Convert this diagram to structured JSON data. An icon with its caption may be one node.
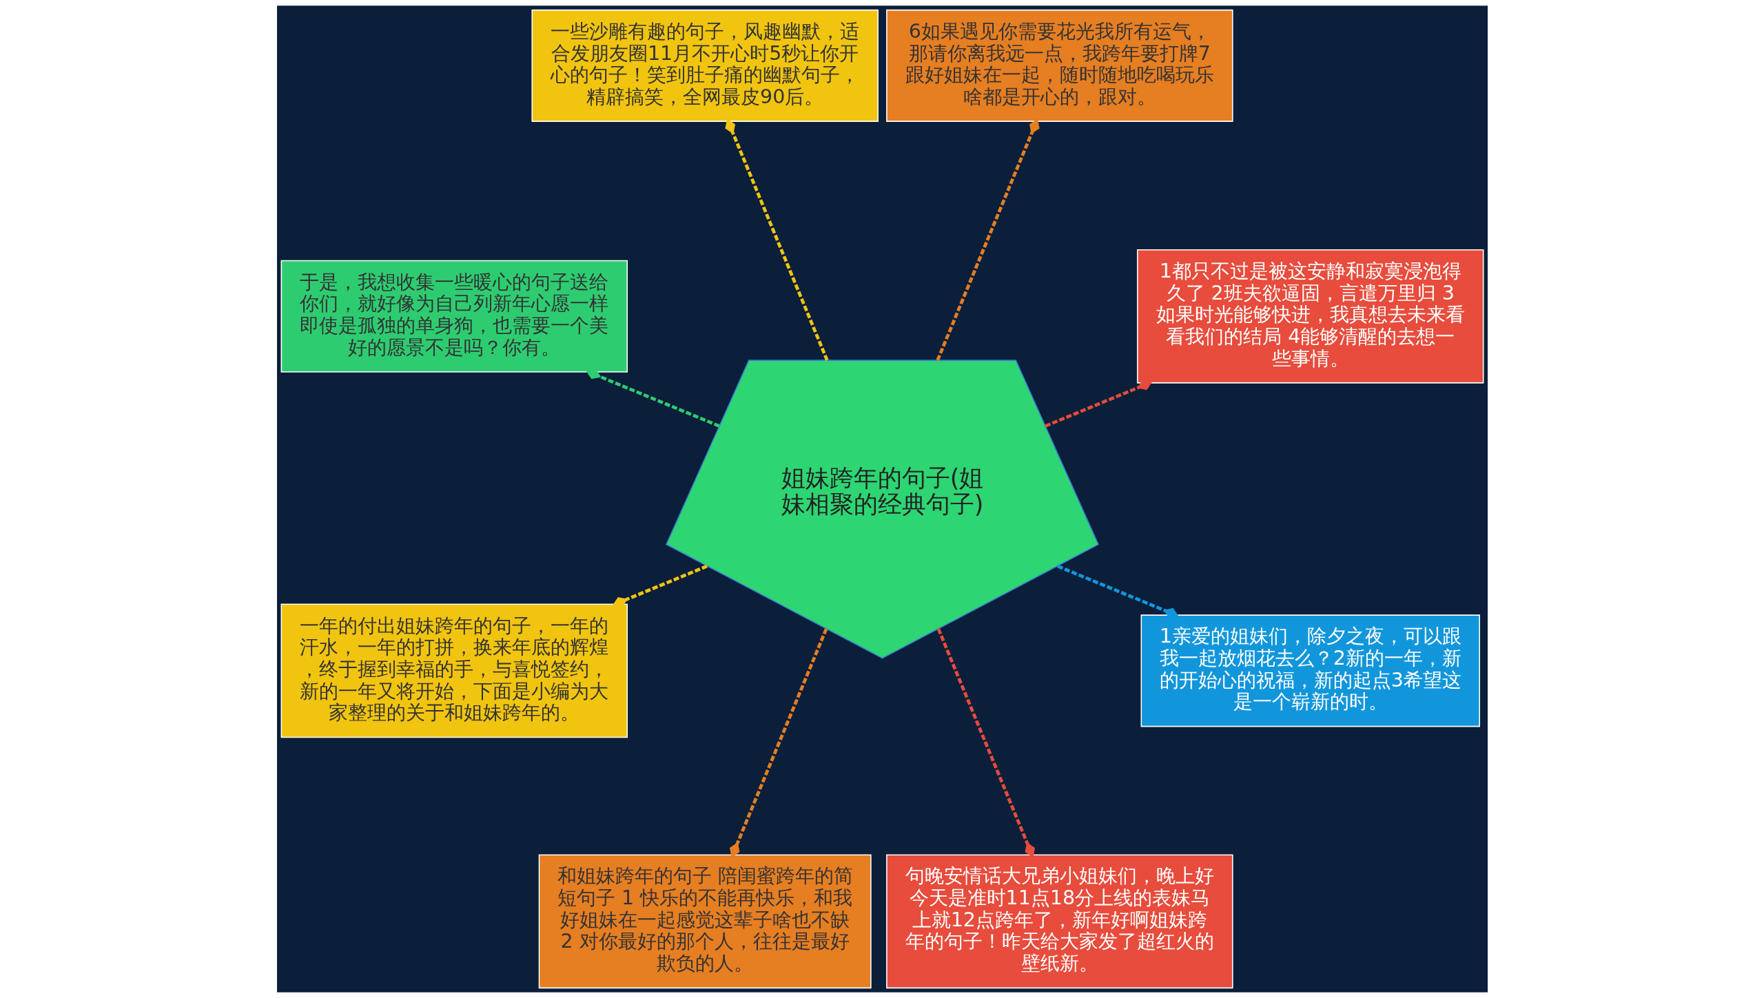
{
  "diagram": {
    "nodes": [
      {
        "text": [
          "姐妹跨年的句子(姐妹相聚的经典句子)"
        ]
      },
      {
        "text": [
          "1都只不过是被这安静和寂寞浸泡得久了 2班夫欲逼固，言遣万里归 3如果时光能够快进，我真想去未来看看我们的结局 4能够清醒的去想一些事情。"
        ]
      },
      {
        "text": [
          "6如果遇见你需要花光我所有运气，那请你离我远一点，我跨年要打牌7跟好姐妹在一起，随时随地吃喝玩乐啥都是开心的，跟对。"
        ]
      },
      {
        "text": [
          "一些沙雕有趣的句子，风趣幽默，适合发朋友圈11月不开心时5秒让你开心的句子！笑到肚子痛的幽默句子，精辟搞笑，全网最皮90后。"
        ]
      },
      {
        "text": [
          "于是，我想收集一些暖心的句子送给你们，就好像为自己列新年心愿一样即使是孤独的单身狗，也需要一个美好的愿景不是吗？你有。"
        ]
      },
      {
        "text": [
          "一年的付出姐妹跨年的句子，一年的汗水，一年的打拼，换来年底的辉煌，终于握到幸福的手，与喜悦签约，新的一年又将开始，下面是小编为大家整理的关于和姐妹跨年的。"
        ]
      },
      {
        "text": [
          "和姐妹跨年的句子 陪闺蜜跨年的简短句子 1 快乐的不能再快乐，和我好姐妹在一起感觉这辈子啥也不缺 2 对你最好的那个人，往往是最好欺负的人。"
        ]
      },
      {
        "text": [
          "句晚安情话大兄弟小姐妹们，晚上好今天是准时11点18分上线的表妹马上就12点跨年了，新年好啊姐妹跨年的句子！昨天给大家发了超红火的壁纸新。"
        ]
      },
      {
        "text": [
          "1亲爱的姐妹们，除夕之夜，可以跟我一起放烟花去么？2新的一年，新的开始心的祝福，新的起点3希望这是一个崭新的时。"
        ]
      }
    ],
    "edges": [
      {
        "from": 0,
        "to": 1,
        "arrow": "other",
        "style": "dashed",
        "color": "#e74c3c"
      },
      {
        "from": 0,
        "to": 2,
        "arrow": "other",
        "style": "dashed",
        "color": "#e67e22"
      },
      {
        "from": 0,
        "to": 3,
        "arrow": "other",
        "style": "dashed",
        "color": "#f1c40f"
      },
      {
        "from": 0,
        "to": 4,
        "arrow": "other",
        "style": "dashed",
        "color": "#2ecc71"
      },
      {
        "from": 0,
        "to": 5,
        "arrow": "other",
        "style": "dashed",
        "color": "#f1c40f"
      },
      {
        "from": 0,
        "to": 6,
        "arrow": "other",
        "style": "dashed",
        "color": "#e67e22"
      },
      {
        "from": 0,
        "to": 7,
        "arrow": "other",
        "style": "dashed",
        "color": "#e74c3c"
      },
      {
        "from": 0,
        "to": 8,
        "arrow": "other",
        "style": "dashed",
        "color": "#1296db"
      }
    ]
  }
}
